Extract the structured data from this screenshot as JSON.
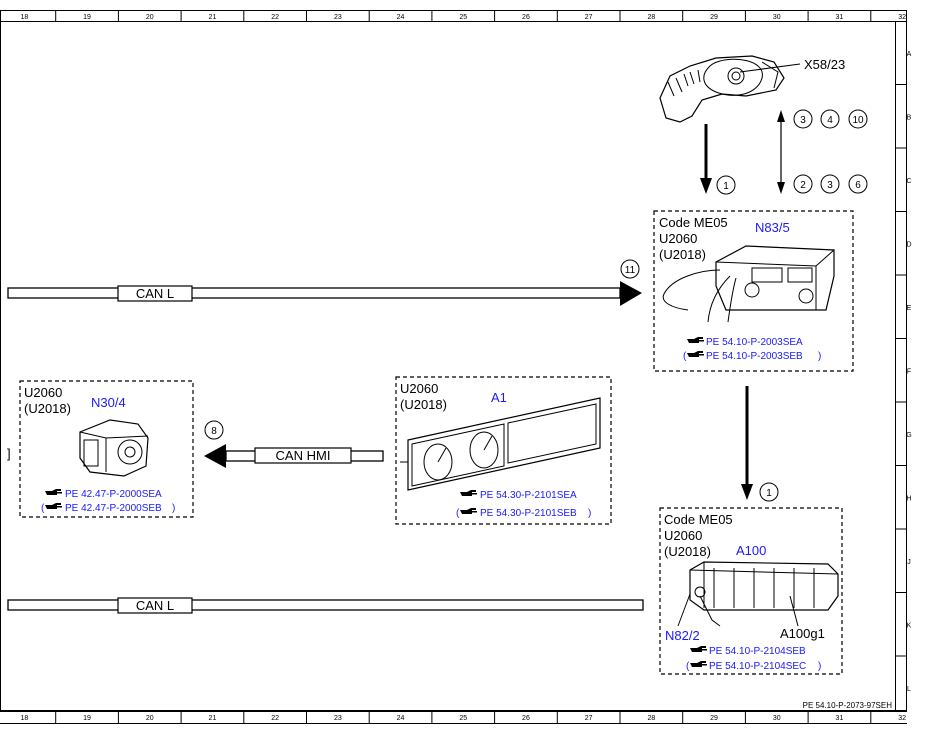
{
  "ruler": {
    "columns": [
      "18",
      "19",
      "20",
      "21",
      "22",
      "23",
      "24",
      "25",
      "26",
      "27",
      "28",
      "29",
      "30",
      "31",
      "32"
    ],
    "rows": [
      "A",
      "B",
      "C",
      "D",
      "E",
      "F",
      "G",
      "H",
      "J",
      "K",
      "L"
    ]
  },
  "components": {
    "x58": {
      "id": "X58/23"
    },
    "n83": {
      "code": "Code ME05",
      "line1": "U2060",
      "line2": "(U2018)",
      "id": "N83/5",
      "ref1": "PE 54.10-P-2003SEA",
      "ref2": "PE 54.10-P-2003SEB"
    },
    "n30": {
      "line1": "U2060",
      "line2": "(U2018)",
      "id": "N30/4",
      "ref1": "PE 42.47-P-2000SEA",
      "ref2": "PE 42.47-P-2000SEB"
    },
    "a1": {
      "line1": "U2060",
      "line2": "(U2018)",
      "id": "A1",
      "ref1": "PE 54.30-P-2101SEA",
      "ref2": "PE 54.30-P-2101SEB"
    },
    "a100": {
      "code": "Code ME05",
      "line1": "U2060",
      "line2": "(U2018)",
      "id": "A100",
      "sub_n82": "N82/2",
      "sub_a100g1": "A100g1",
      "ref1": "PE 54.10-P-2104SEB",
      "ref2": "PE 54.10-P-2104SEC"
    }
  },
  "buses": {
    "can_l_top": "CAN L",
    "can_hmi": "CAN HMI",
    "can_l_bottom": "CAN L"
  },
  "callouts": {
    "down_x58": "1",
    "up_x58": [
      "3",
      "4",
      "10"
    ],
    "up_n83": [
      "2",
      "3",
      "6"
    ],
    "can_in": "11",
    "hmi": "8",
    "a100": "1"
  },
  "footer": {
    "doc_id": "PE 54.10-P-2073-97SEH"
  }
}
